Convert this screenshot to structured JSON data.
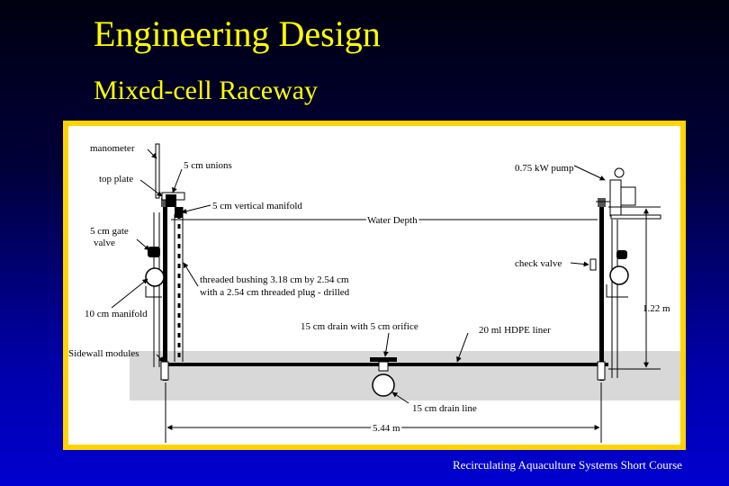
{
  "slide": {
    "title": "Engineering Design",
    "subtitle": "Mixed-cell Raceway",
    "footer": "Recirculating Aquaculture Systems Short Course"
  },
  "diagram": {
    "labels": {
      "manometer": "manometer",
      "unions": "5 cm unions",
      "top_plate": "top plate",
      "vertical_manifold": "5 cm vertical manifold",
      "gate_valve_line1": "5 cm gate",
      "gate_valve_line2": "valve",
      "water_depth": "Water Depth",
      "pump": "0.75 kW pump",
      "check_valve": "check valve",
      "bushing_line1": "threaded bushing 3.18 cm by 2.54 cm",
      "bushing_line2": "with a 2.54 cm threaded plug - drilled",
      "manifold": "10 cm manifold",
      "drain": "15 cm drain with 5 cm orifice",
      "liner": "20 ml HDPE  liner",
      "sidewall": "Sidewall modules",
      "height": "1.22 m",
      "drain_line": "15 cm drain line",
      "width": "5.44 m"
    }
  },
  "colors": {
    "title": "#ffff00",
    "frame": "#ffd400",
    "ground": "#d8d8d8"
  }
}
